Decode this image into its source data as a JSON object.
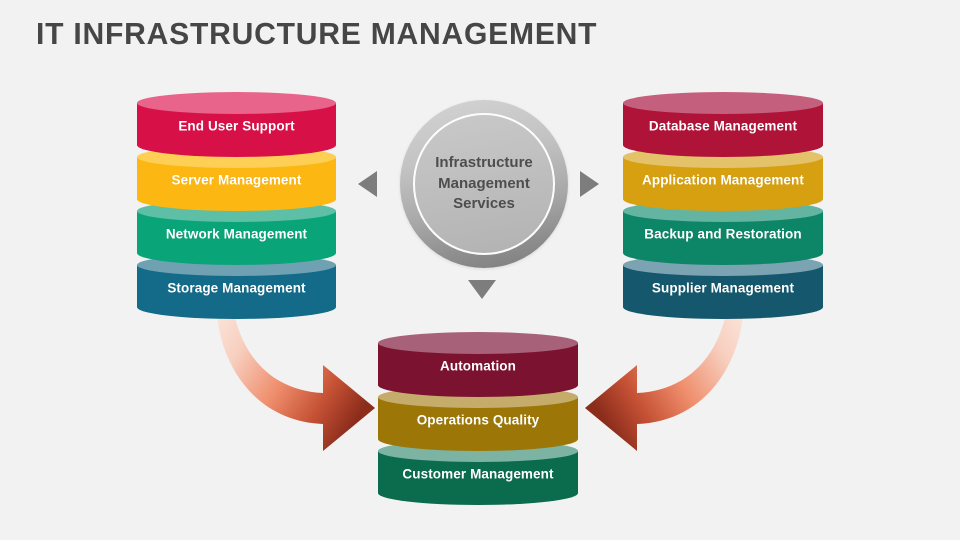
{
  "page": {
    "title": "IT INFRASTRUCTURE MANAGEMENT",
    "background_color": "#f2f2f2",
    "title_color": "#464646"
  },
  "center": {
    "name": "Infrastructure Management Services",
    "line1": "Infrastructure",
    "line2": "Management",
    "line3": "Services",
    "text_color": "#4e4e4e",
    "ring_color_light": "#d4d4d4",
    "ring_color_dark": "#7b7b7b"
  },
  "connectors": {
    "triangle_left": "left-triangle-icon",
    "triangle_right": "right-triangle-icon",
    "triangle_down": "down-triangle-icon",
    "triangle_color": "#7d7d7d",
    "curved_arrow_left": "curved-arrow-right-icon",
    "curved_arrow_right": "curved-arrow-left-icon",
    "arrow_gradient_light": "#f7d6c9",
    "arrow_gradient_dark": "#93311f"
  },
  "stacks": [
    {
      "id": "left-stack",
      "name": "left-cylinder-stack",
      "segments": [
        {
          "label": "End User Support",
          "body": "#d81048",
          "cap": "#e8648a"
        },
        {
          "label": "Server Management",
          "body": "#fcb713",
          "cap": "#fdd055"
        },
        {
          "label": "Network Management",
          "body": "#09a578",
          "cap": "#5cbfa6"
        },
        {
          "label": "Storage Management",
          "body": "#136b89",
          "cap": "#6fa1b3"
        }
      ]
    },
    {
      "id": "right-stack",
      "name": "right-cylinder-stack",
      "segments": [
        {
          "label": "Database Management",
          "body": "#b01338",
          "cap": "#c4607e"
        },
        {
          "label": "Application Management",
          "body": "#d6a011",
          "cap": "#e4c269"
        },
        {
          "label": "Backup and Restoration",
          "body": "#0d8567",
          "cap": "#64b4a2"
        },
        {
          "label": "Supplier Management",
          "body": "#15576d",
          "cap": "#7ba3b2"
        }
      ]
    },
    {
      "id": "bottom-stack",
      "name": "bottom-cylinder-stack",
      "segments": [
        {
          "label": "Automation",
          "body": "#7b1230",
          "cap": "#a76179"
        },
        {
          "label": "Operations Quality",
          "body": "#9c7708",
          "cap": "#c5ac6a"
        },
        {
          "label": "Customer Management",
          "body": "#0a6b4d",
          "cap": "#7cb3a2"
        }
      ]
    }
  ]
}
